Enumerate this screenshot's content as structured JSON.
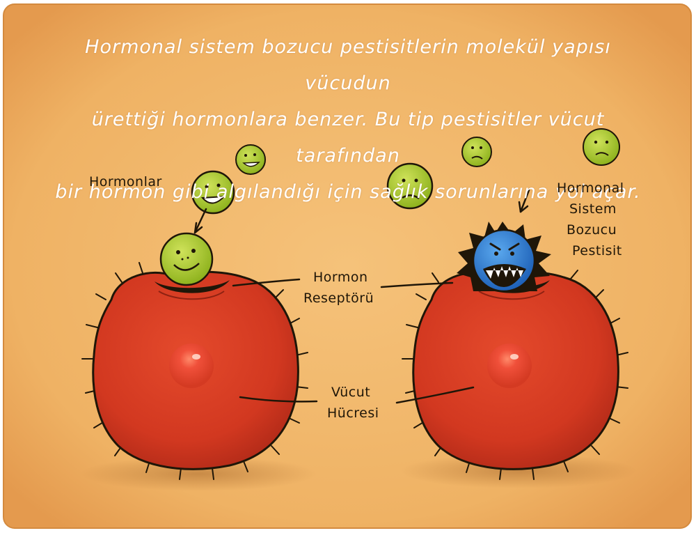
{
  "caption": {
    "line1": "Hormonal sistem bozucu pestisitlerin molekül yapısı vücudun",
    "line2": "ürettiği hormonlara benzer. Bu tip pestisitler vücut tarafından",
    "line3": "bir hormon gibi algılandığı için sağlık sorunlarına yol açar."
  },
  "labels": {
    "hormones": "Hormonlar",
    "edc_line1": "Hormonal",
    "edc_line2": "Sistem",
    "edc_line3": "Bozucu",
    "edc_line4": "Pestisit",
    "receptor_line1": "Hormon",
    "receptor_line2": "Reseptörü",
    "cell_line1": "Vücut",
    "cell_line2": "Hücresi"
  },
  "colors": {
    "background": "#f2b86a",
    "cell": "#d83a22",
    "nucleus": "#e8452c",
    "hormone": "#a8c62a",
    "pestisit": "#2f7fd0",
    "ink": "#1f1608",
    "caption": "#ffffff"
  }
}
